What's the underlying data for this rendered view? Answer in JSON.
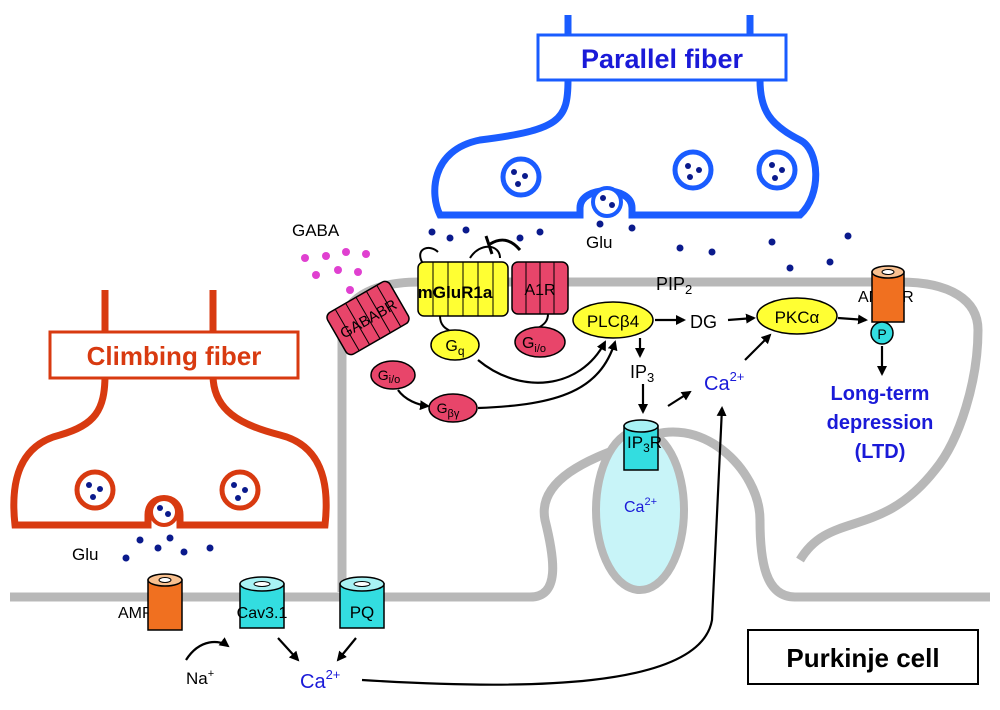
{
  "colors": {
    "parallel_fiber": "#1a5cff",
    "climbing_fiber": "#d83a10",
    "membrane": "#b8b8b8",
    "text_blue": "#1a1ad8",
    "glutamate_dot": "#0a1a8c",
    "gaba_dot": "#e040d0",
    "yellow": "#ffff33",
    "red_receptor": "#e8456a",
    "orange_channel": "#f07020",
    "cyan_channel": "#33dde0",
    "er_fill": "#c8f4f8"
  },
  "labels": {
    "parallel_fiber": "Parallel fiber",
    "climbing_fiber": "Climbing fiber",
    "purkinje_cell": "Purkinje cell",
    "gaba": "GABA",
    "glu_top": "Glu",
    "glu_bottom": "Glu",
    "mglur1a": "mGluR1a",
    "a1r": "A1R",
    "gababr": "GABABR",
    "gq_main": "G",
    "gq_sub": "q",
    "gio_main": "G",
    "gio_sub": "i/o",
    "gio_left_main": "G",
    "gio_left_sub": "i/o",
    "gby_main": "G",
    "gby_sub": "βγ",
    "pip2_main": "PIP",
    "pip2_sub": "2",
    "plcb4": "PLCβ4",
    "dg": "DG",
    "pkca": "PKCα",
    "ampar_top": "AMPAR",
    "p": "P",
    "ip3_main": "IP",
    "ip3_sub": "3",
    "ca_mid_main": "Ca",
    "ca_mid_sup": "2+",
    "ip3r_main": "IP",
    "ip3r_sub": "3",
    "ip3r_tail": "R",
    "ca_er_main": "Ca",
    "ca_er_sup": "2+",
    "ltd_line1": "Long-term",
    "ltd_line2": "depression",
    "ltd_line3": "(LTD)",
    "ampar_bottom": "AMPAR",
    "cav31": "Cav3.1",
    "pq": "PQ",
    "na_main": "Na",
    "na_sup": "+",
    "ca_bottom_main": "Ca",
    "ca_bottom_sup": "2+"
  }
}
